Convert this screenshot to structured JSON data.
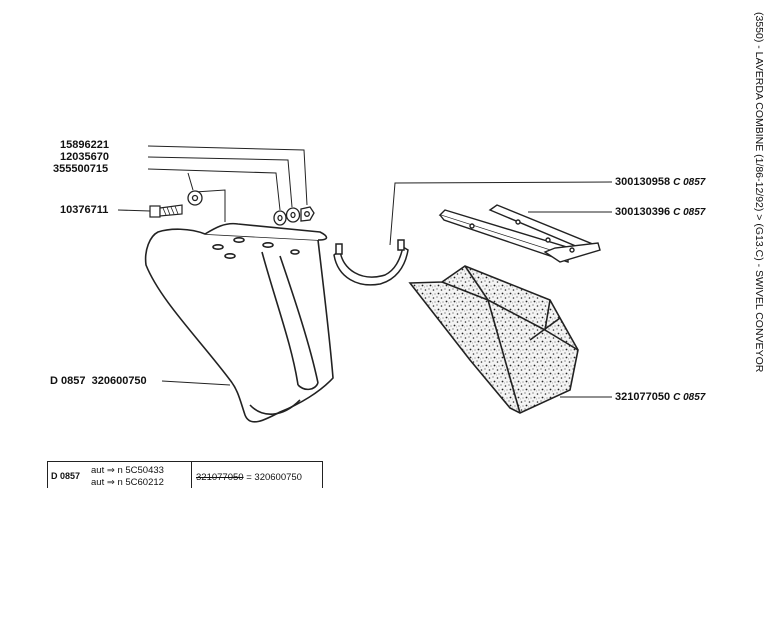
{
  "title": "(3550) - LAVERDA COMBINE (1/86-12/92) > (G13.C) - SWIVEL CONVEYOR",
  "labels": {
    "p15896221": "15896221",
    "p12035670": "12035670",
    "p355500715": "355500715",
    "p10376711": "10376711",
    "p320600750": "320600750",
    "p320600750_code": "D 0857",
    "p300130958": "300130958",
    "p300130958_code": "C 0857",
    "p300130396": "300130396",
    "p300130396_code": "C 0857",
    "p321077050": "321077050",
    "p321077050_code": "C 0857"
  },
  "note": {
    "code": "D 0857",
    "row1_prefix": "aut ⇒ n",
    "row1_serial": "5C50433",
    "row2_prefix": "aut ⇒ n",
    "row2_serial": "5C60212",
    "old_part": "321077050",
    "equals": "=",
    "new_part": "320600750"
  }
}
